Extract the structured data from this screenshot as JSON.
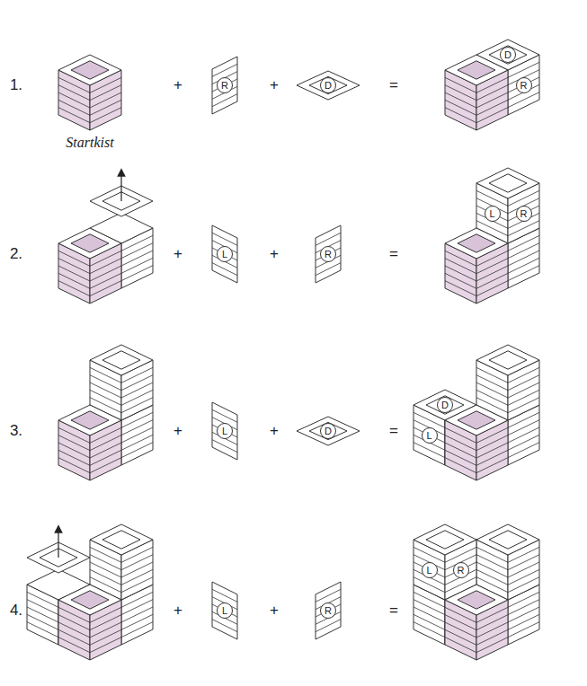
{
  "diagram": {
    "nodes": [
      {
        "text": [
          "R"
        ]
      },
      {
        "text": [
          "D"
        ]
      },
      {
        "text": [
          "D"
        ]
      },
      {
        "text": [
          "R"
        ]
      },
      {
        "text": [
          "L"
        ]
      },
      {
        "text": [
          "R"
        ]
      },
      {
        "text": [
          "L"
        ]
      },
      {
        "text": [
          "R"
        ]
      },
      {
        "text": [
          "L"
        ]
      },
      {
        "text": [
          "D"
        ]
      },
      {
        "text": [
          "D"
        ]
      },
      {
        "text": [
          "L"
        ]
      },
      {
        "text": [
          "L"
        ]
      },
      {
        "text": [
          "R"
        ]
      },
      {
        "text": [
          "L"
        ]
      },
      {
        "text": [
          "R"
        ]
      }
    ],
    "labels": [
      "1.",
      "Startkist",
      "+",
      "+",
      "=",
      "2.",
      "+",
      "+",
      "=",
      "3.",
      "+",
      "+",
      "=",
      "4.",
      "+",
      "+",
      "="
    ]
  }
}
